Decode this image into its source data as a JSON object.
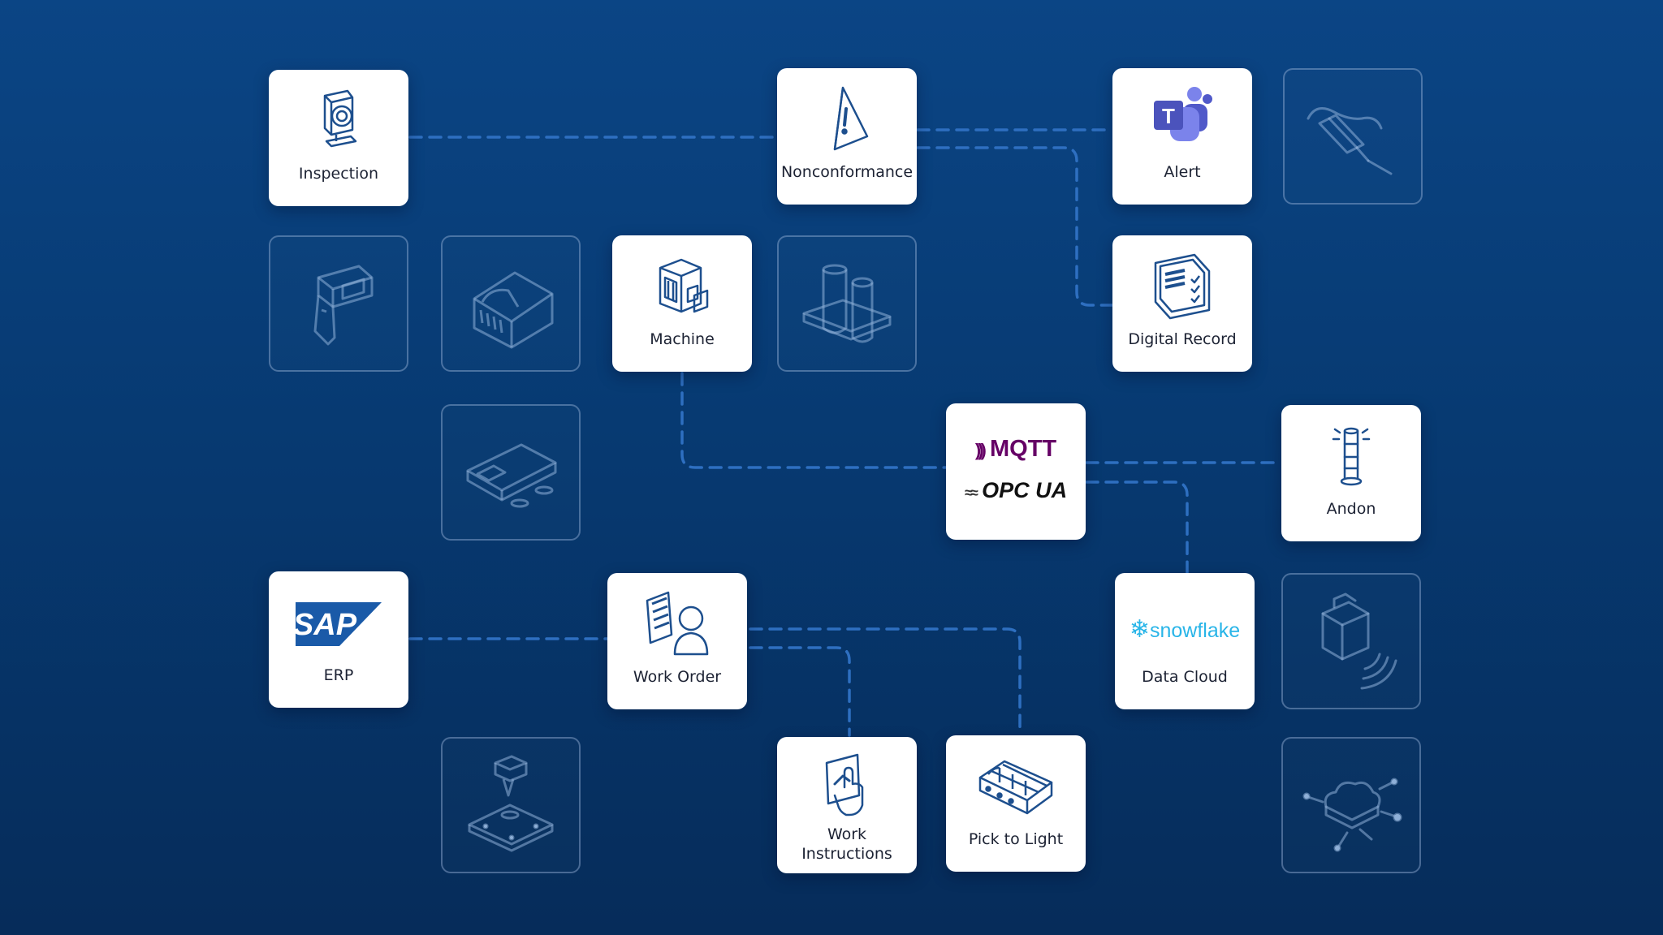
{
  "tiles": {
    "inspection": {
      "label": "Inspection"
    },
    "nonconformance": {
      "label": "Nonconformance"
    },
    "alert": {
      "label": "Alert"
    },
    "machine": {
      "label": "Machine"
    },
    "digital_record": {
      "label": "Digital Record"
    },
    "protocols": {
      "mqtt": "MQTT",
      "opcua": "OPC UA"
    },
    "andon": {
      "label": "Andon"
    },
    "erp": {
      "label": "ERP",
      "logo": "SAP"
    },
    "work_order": {
      "label": "Work Order"
    },
    "data_cloud": {
      "label": "Data Cloud",
      "logo": "snowflake"
    },
    "work_instructions": {
      "label_line1": "Work",
      "label_line2": "Instructions"
    },
    "pick_to_light": {
      "label": "Pick to Light"
    }
  },
  "colors": {
    "background_top": "#0b4585",
    "background_bottom": "#062c5a",
    "connector": "#2e6fc0",
    "icon_stroke": "#1d4f8e",
    "ghost_stroke": "#8fb0d8",
    "mqtt": "#660066",
    "sap": "#1a5aa8",
    "snowflake": "#29b5e8",
    "teams": "#5059c9"
  }
}
